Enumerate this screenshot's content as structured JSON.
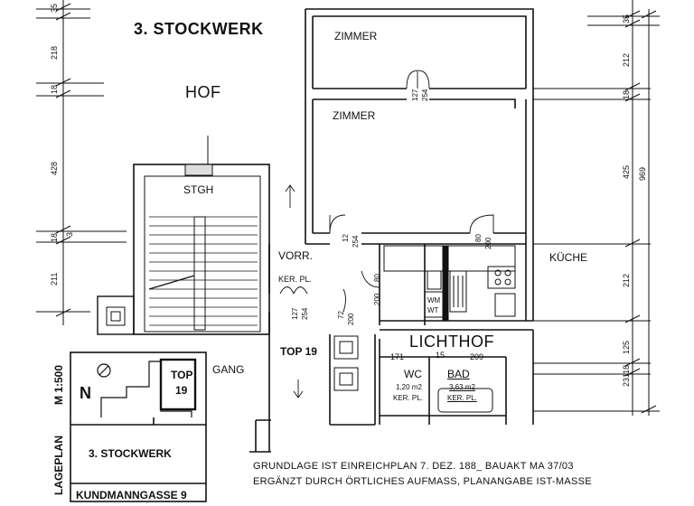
{
  "title": "3. STOCKWERK",
  "rooms": {
    "hof": "HOF",
    "zimmer_top": "ZIMMER",
    "zimmer_main": "ZIMMER",
    "stgh": "STGH",
    "vorr": "VORR.",
    "vorr_floor": "KER. PL.",
    "kueche": "KÜCHE",
    "top19": "TOP 19",
    "gang": "GANG",
    "lichthof": "LICHTHOF",
    "wc": "WC",
    "wc_area": "1,20 m2",
    "wc_floor": "KER. PL.",
    "bad": "BAD",
    "bad_area": "3,63 m2",
    "bad_floor": "KER. PL.",
    "wm": "WM",
    "wt": "WT"
  },
  "dimensions": {
    "left_35": "35",
    "left_218": "218",
    "left_18a": "18",
    "left_428": "428",
    "left_18b": "18",
    "left_3": "3",
    "left_211": "211",
    "right_35": "35",
    "right_212a": "212",
    "right_18": "18",
    "right_425": "425",
    "right_969": "969",
    "right_212b": "212",
    "right_125": "125",
    "right_18b": "18",
    "right_231": "231",
    "door_127": "127",
    "door_254": "254",
    "door2_127": "12",
    "door2_254": "254",
    "door3_80": "80",
    "door3_200": "200",
    "door4_72": "72",
    "door4_200": "200",
    "door5_80": "80",
    "door5_200": "200",
    "vorr_door_127": "127",
    "vorr_door_254": "254",
    "dim_171": "171",
    "dim_15": "15",
    "dim_209": "209"
  },
  "site_plan": {
    "scale": "M 1:500",
    "side_label": "LAGEPLAN",
    "north": "N",
    "top_label": "TOP",
    "top_number": "19",
    "floor": "3. STOCKWERK",
    "street": "KUNDMANNGASSE 9"
  },
  "notes": {
    "line1": "GRUNDLAGE  IST EINREICHPLAN 7. DEZ. 188_  BAUAKT MA 37/03",
    "line2": "ERGÄNZT DURCH ÖRTLICHES AUFMASS, PLANANGABE IST-MASSE"
  }
}
